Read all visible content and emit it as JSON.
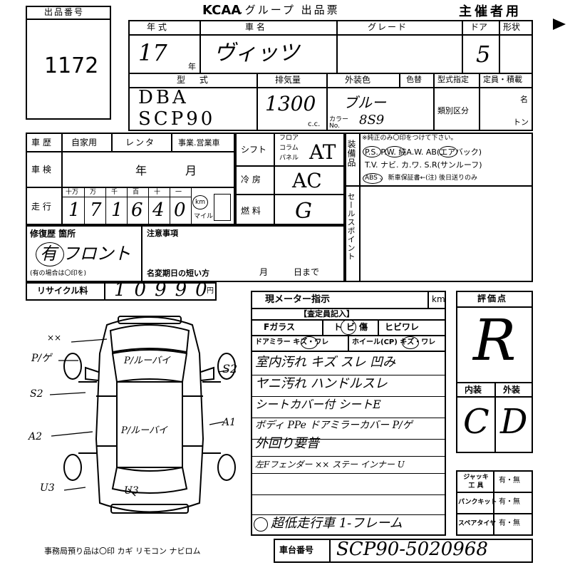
{
  "header": {
    "lot_label": "出品番号",
    "lot_number": "1172",
    "brand": "KCAA",
    "title": ".グループ 出品票",
    "copy_label": "主催者用"
  },
  "vehicle": {
    "year_label": "年 式",
    "year_value": "17",
    "year_unit": "年",
    "name_label": "車 名",
    "name_value": "ヴィッツ",
    "grade_label": "グレード",
    "doors_label": "ドア",
    "doors_value": "5",
    "shape_label": "形状",
    "model_label": "型 式",
    "model_value_1": "DBA",
    "model_value_2": "SCP90",
    "disp_label": "排気量",
    "disp_value": "1300",
    "disp_unit": "c.c.",
    "color_label": "外装色",
    "color_value": "ブルー",
    "color_change_label": "色替",
    "color_no_label": "カラー No.",
    "color_no_value": "8S9",
    "type_spec_label": "型式指定",
    "class_label": "類別区分",
    "capacity_label": "定員・積載",
    "capacity_unit_1": "名",
    "capacity_unit_2": "トン"
  },
  "history": {
    "label": "車歴",
    "options": [
      "自家用",
      "レンタ",
      "事業.営業車"
    ],
    "inspection_label": "車 検",
    "inspection_year": "年",
    "inspection_month": "月",
    "mileage_label": "走 行",
    "mileage_units": [
      "十万",
      "万",
      "千",
      "百",
      "十",
      "一"
    ],
    "mileage_digits": [
      "1",
      "7",
      "1",
      "6",
      "4",
      "0"
    ],
    "km_label": "km",
    "mile_label": "マイル"
  },
  "drive": {
    "shift_label": "シフト",
    "shift_options": [
      "フロア",
      "コラム",
      "パネル"
    ],
    "shift_value": "AT",
    "ac_label": "冷 房",
    "ac_value": "AC",
    "fuel_label": "燃 料",
    "fuel_value": "G"
  },
  "equipment": {
    "label": "装備品",
    "note": "※純正のみ〇印をつけて下さい。",
    "row1": "P.S. P.W. 純A.W. AB(エアバック)",
    "row2": "T.V. ナビ. カ.ワ. S.R(サンルーフ)",
    "row3": "ABS 、 新車保証書←(注) 後日送りのみ",
    "sales_point_label": "セールスポイント"
  },
  "repair": {
    "label": "修復歴 箇所",
    "value": "有 フロント",
    "hint": "(有の場合は〇印を)",
    "notes_label": "注意事項",
    "deadline_label": "名変期日の短い方",
    "month": "月",
    "day": "日まで"
  },
  "recycle": {
    "label": "リサイクル料",
    "value": "10990",
    "unit": "円"
  },
  "meter": {
    "label": "現メーター指示",
    "unit": "km",
    "inspector_label": "【査定員記入】",
    "glass_label": "Fガラス",
    "chip_label": "トビ傷",
    "crack_label": "ヒビワレ",
    "mirror_label": "ドアミラー キズ・ワレ",
    "wheel_label": "ホイール(CP) キズ・ワレ"
  },
  "remarks": [
    "室内汚れ キズ スレ 凹み",
    "ヤニ汚れ ハンドルスレ",
    "シートカバー付 シートE",
    "ボディ PPe ドアミラーカバー P/ゲ",
    "外回り要普",
    "左Fフェンダー ×× ステー インナー U",
    "超低走行車 1-フレーム"
  ],
  "evaluation": {
    "label": "評価点",
    "score": "R",
    "interior_label": "内装",
    "exterior_label": "外装",
    "interior_value": "C",
    "exterior_value": "D"
  },
  "tools": {
    "jack_label": "ジャッキ 工 具",
    "puncture_label": "パンクキット",
    "spare_label": "スペアタイヤ",
    "option": "有・無"
  },
  "diagram_marks": {
    "front_left": "××",
    "p_left": "P/ゲ",
    "p_front": "P/ルーバイ",
    "s2_right": "S2",
    "s2_left": "S2",
    "a1_right": "A1",
    "a2_left": "A2",
    "p_roof": "P/ルーバイ",
    "u3_left": "U3",
    "u3_rear": "U3"
  },
  "footer": {
    "office_note": "事務局預り品は〇印 カギ リモコン ナビロム",
    "chassis_label": "車台番号",
    "chassis_value": "SCP90-5020968"
  }
}
